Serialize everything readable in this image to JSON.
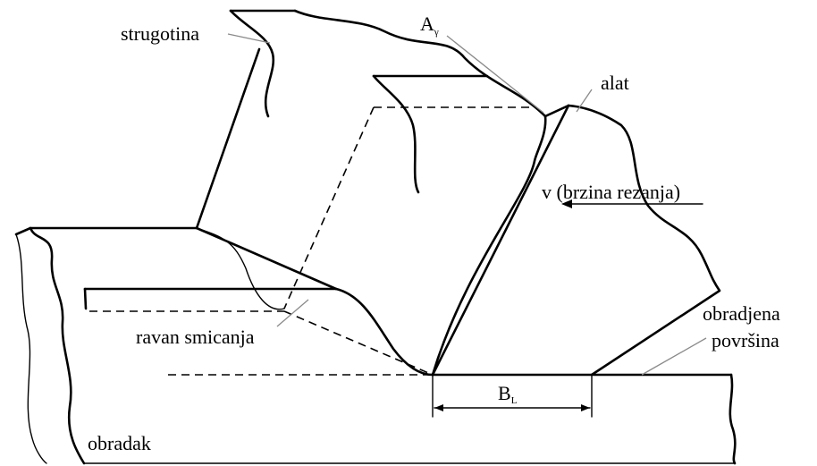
{
  "labels": {
    "strugotina": "strugotina",
    "a_gamma_main": "A",
    "a_gamma_sub": "γ",
    "alat": "alat",
    "brzina": "v (brzina rezanja)",
    "ravan": "ravan smicanja",
    "obradjena_1": "obradjena",
    "obradjena_2": "površina",
    "bl_main": "B",
    "bl_sub": "L",
    "obradak": "obradak"
  }
}
